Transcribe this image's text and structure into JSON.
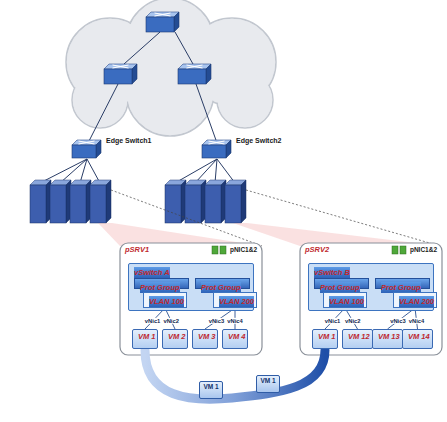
{
  "diagram": {
    "nodes": [
      {
        "text": [
          "Edge Switch1"
        ]
      },
      {
        "text": [
          "Edge Switch2"
        ]
      },
      {
        "text": [
          "pSRV1",
          "pNIC1&2"
        ]
      },
      {
        "text": [
          "vSwitch A"
        ],
        "in": 2
      },
      {
        "text": [
          "Prot Group"
        ],
        "in": 3
      },
      {
        "text": [
          "Prot Group"
        ],
        "in": 3
      },
      {
        "text": [
          "VLAN 100"
        ],
        "in": 3
      },
      {
        "text": [
          "VLAN 200"
        ],
        "in": 3
      },
      {
        "text": [
          "VM 1"
        ],
        "in": 2
      },
      {
        "text": [
          "VM 2"
        ],
        "in": 2
      },
      {
        "text": [
          "VM 3"
        ],
        "in": 2
      },
      {
        "text": [
          "VM 4"
        ],
        "in": 2
      },
      {
        "text": [
          "pSRV2",
          "pNIC1&2"
        ]
      },
      {
        "text": [
          "vSwitch B"
        ],
        "in": 12
      },
      {
        "text": [
          "Prot Group"
        ],
        "in": 13
      },
      {
        "text": [
          "Prot Group"
        ],
        "in": 13
      },
      {
        "text": [
          "VLAN 100"
        ],
        "in": 13
      },
      {
        "text": [
          "VLAN 200"
        ],
        "in": 13
      },
      {
        "text": [
          "VM 1"
        ],
        "in": 12
      },
      {
        "text": [
          "VM 12"
        ],
        "in": 12
      },
      {
        "text": [
          "VM 13"
        ],
        "in": 12
      },
      {
        "text": [
          "VM 14"
        ],
        "in": 12
      },
      {
        "text": [
          "VM 1"
        ]
      },
      {
        "text": [
          "VM 1"
        ]
      }
    ],
    "edges": [
      {
        "from": 6,
        "to": 8,
        "arrow": "none",
        "label": "vNic1"
      },
      {
        "from": 6,
        "to": 9,
        "arrow": "none",
        "label": "vNic2"
      },
      {
        "from": 7,
        "to": 10,
        "arrow": "none",
        "label": "vNic3"
      },
      {
        "from": 7,
        "to": 11,
        "arrow": "none",
        "label": "vNic4"
      },
      {
        "from": 16,
        "to": 18,
        "arrow": "none",
        "label": "vNic1"
      },
      {
        "from": 16,
        "to": 19,
        "arrow": "none",
        "label": "vNic2"
      },
      {
        "from": 17,
        "to": 20,
        "arrow": "none",
        "label": "vNic3"
      },
      {
        "from": 17,
        "to": 21,
        "arrow": "none",
        "label": "vNic4"
      }
    ]
  }
}
